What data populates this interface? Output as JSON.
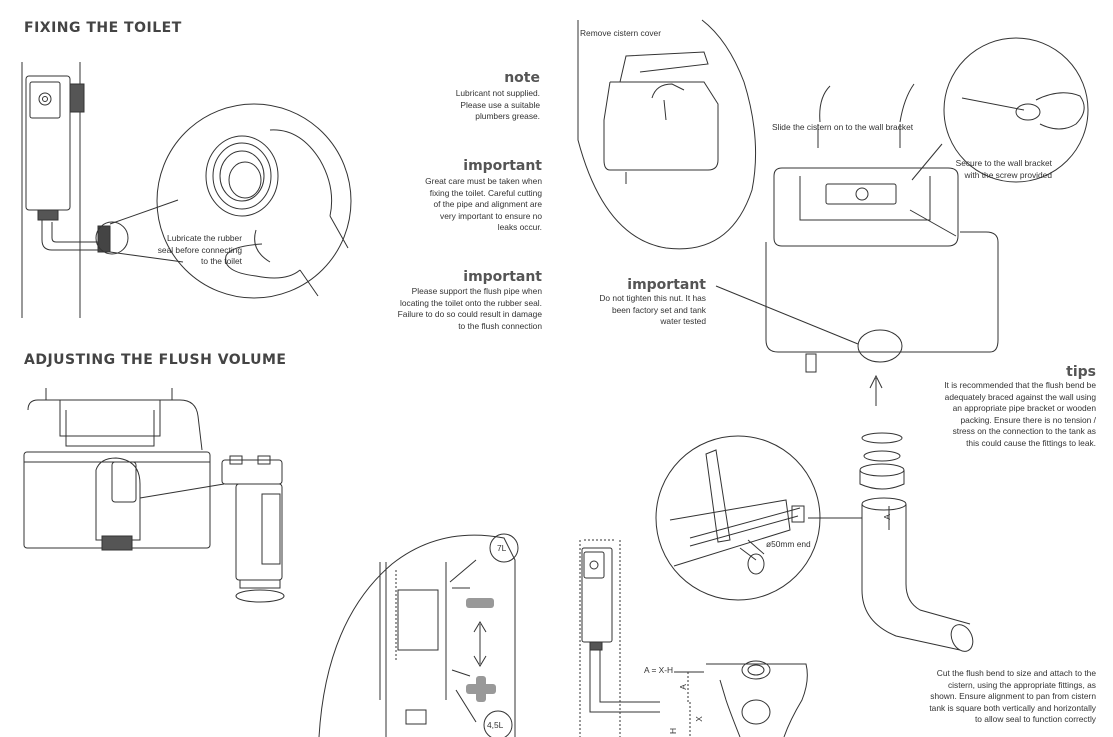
{
  "sections": {
    "fixing": "FIXING THE TOILET",
    "adjusting": "ADJUSTING THE FLUSH VOLUME"
  },
  "note": {
    "heading": "note",
    "lines": [
      "Lubricant not supplied.",
      "Please use a suitable",
      "plumbers grease."
    ]
  },
  "important1": {
    "heading": "important",
    "lines": [
      "Great care must be taken when",
      "fixing the toilet. Careful cutting",
      "of the pipe and alignment are",
      "very important to ensure no",
      "leaks occur."
    ]
  },
  "important2": {
    "heading": "important",
    "lines": [
      "Please support the flush pipe when",
      "locating the toilet onto the rubber seal.",
      "Failure to do so could result in damage",
      "to the flush connection"
    ]
  },
  "important3": {
    "heading": "important",
    "lines": [
      "Do not tighten this nut. It has",
      "been factory set and tank",
      "water tested"
    ]
  },
  "lubricate": [
    "Lubricate the rubber",
    "seal before connecting",
    "to the toilet"
  ],
  "labels": {
    "remove_cover": "Remove cistern cover",
    "slide_cistern": "Slide the cistern on to the wall bracket",
    "secure": [
      "Secure to the wall bracket",
      "with the screw provided"
    ],
    "end_50mm": "ø50mm end",
    "vol_7": "7L",
    "vol_45": "4,5L",
    "dim_formula": "A = X-H",
    "dim_a": "A",
    "dim_x": "X",
    "dim_h": "H",
    "dim_a2": "A",
    "minus": "−",
    "plus": "+"
  },
  "tips": {
    "heading": "tips",
    "lines": [
      "It is recommended that the flush bend be",
      "adequately braced against the wall using",
      "an appropriate pipe bracket or wooden",
      "packing. Ensure there is no tension /",
      "stress on the connection to the tank as",
      "this could cause the fittings to leak."
    ]
  },
  "cut_note": [
    "Cut the flush bend to size and attach to the",
    "cistern, using the appropriate fittings, as",
    "shown. Ensure alignment to pan from cistern",
    "tank is square both vertically and horizontally",
    "to allow seal to function correctly"
  ],
  "colors": {
    "ink": "#333333",
    "heading": "#555555",
    "badge": "#9a9a9a"
  }
}
